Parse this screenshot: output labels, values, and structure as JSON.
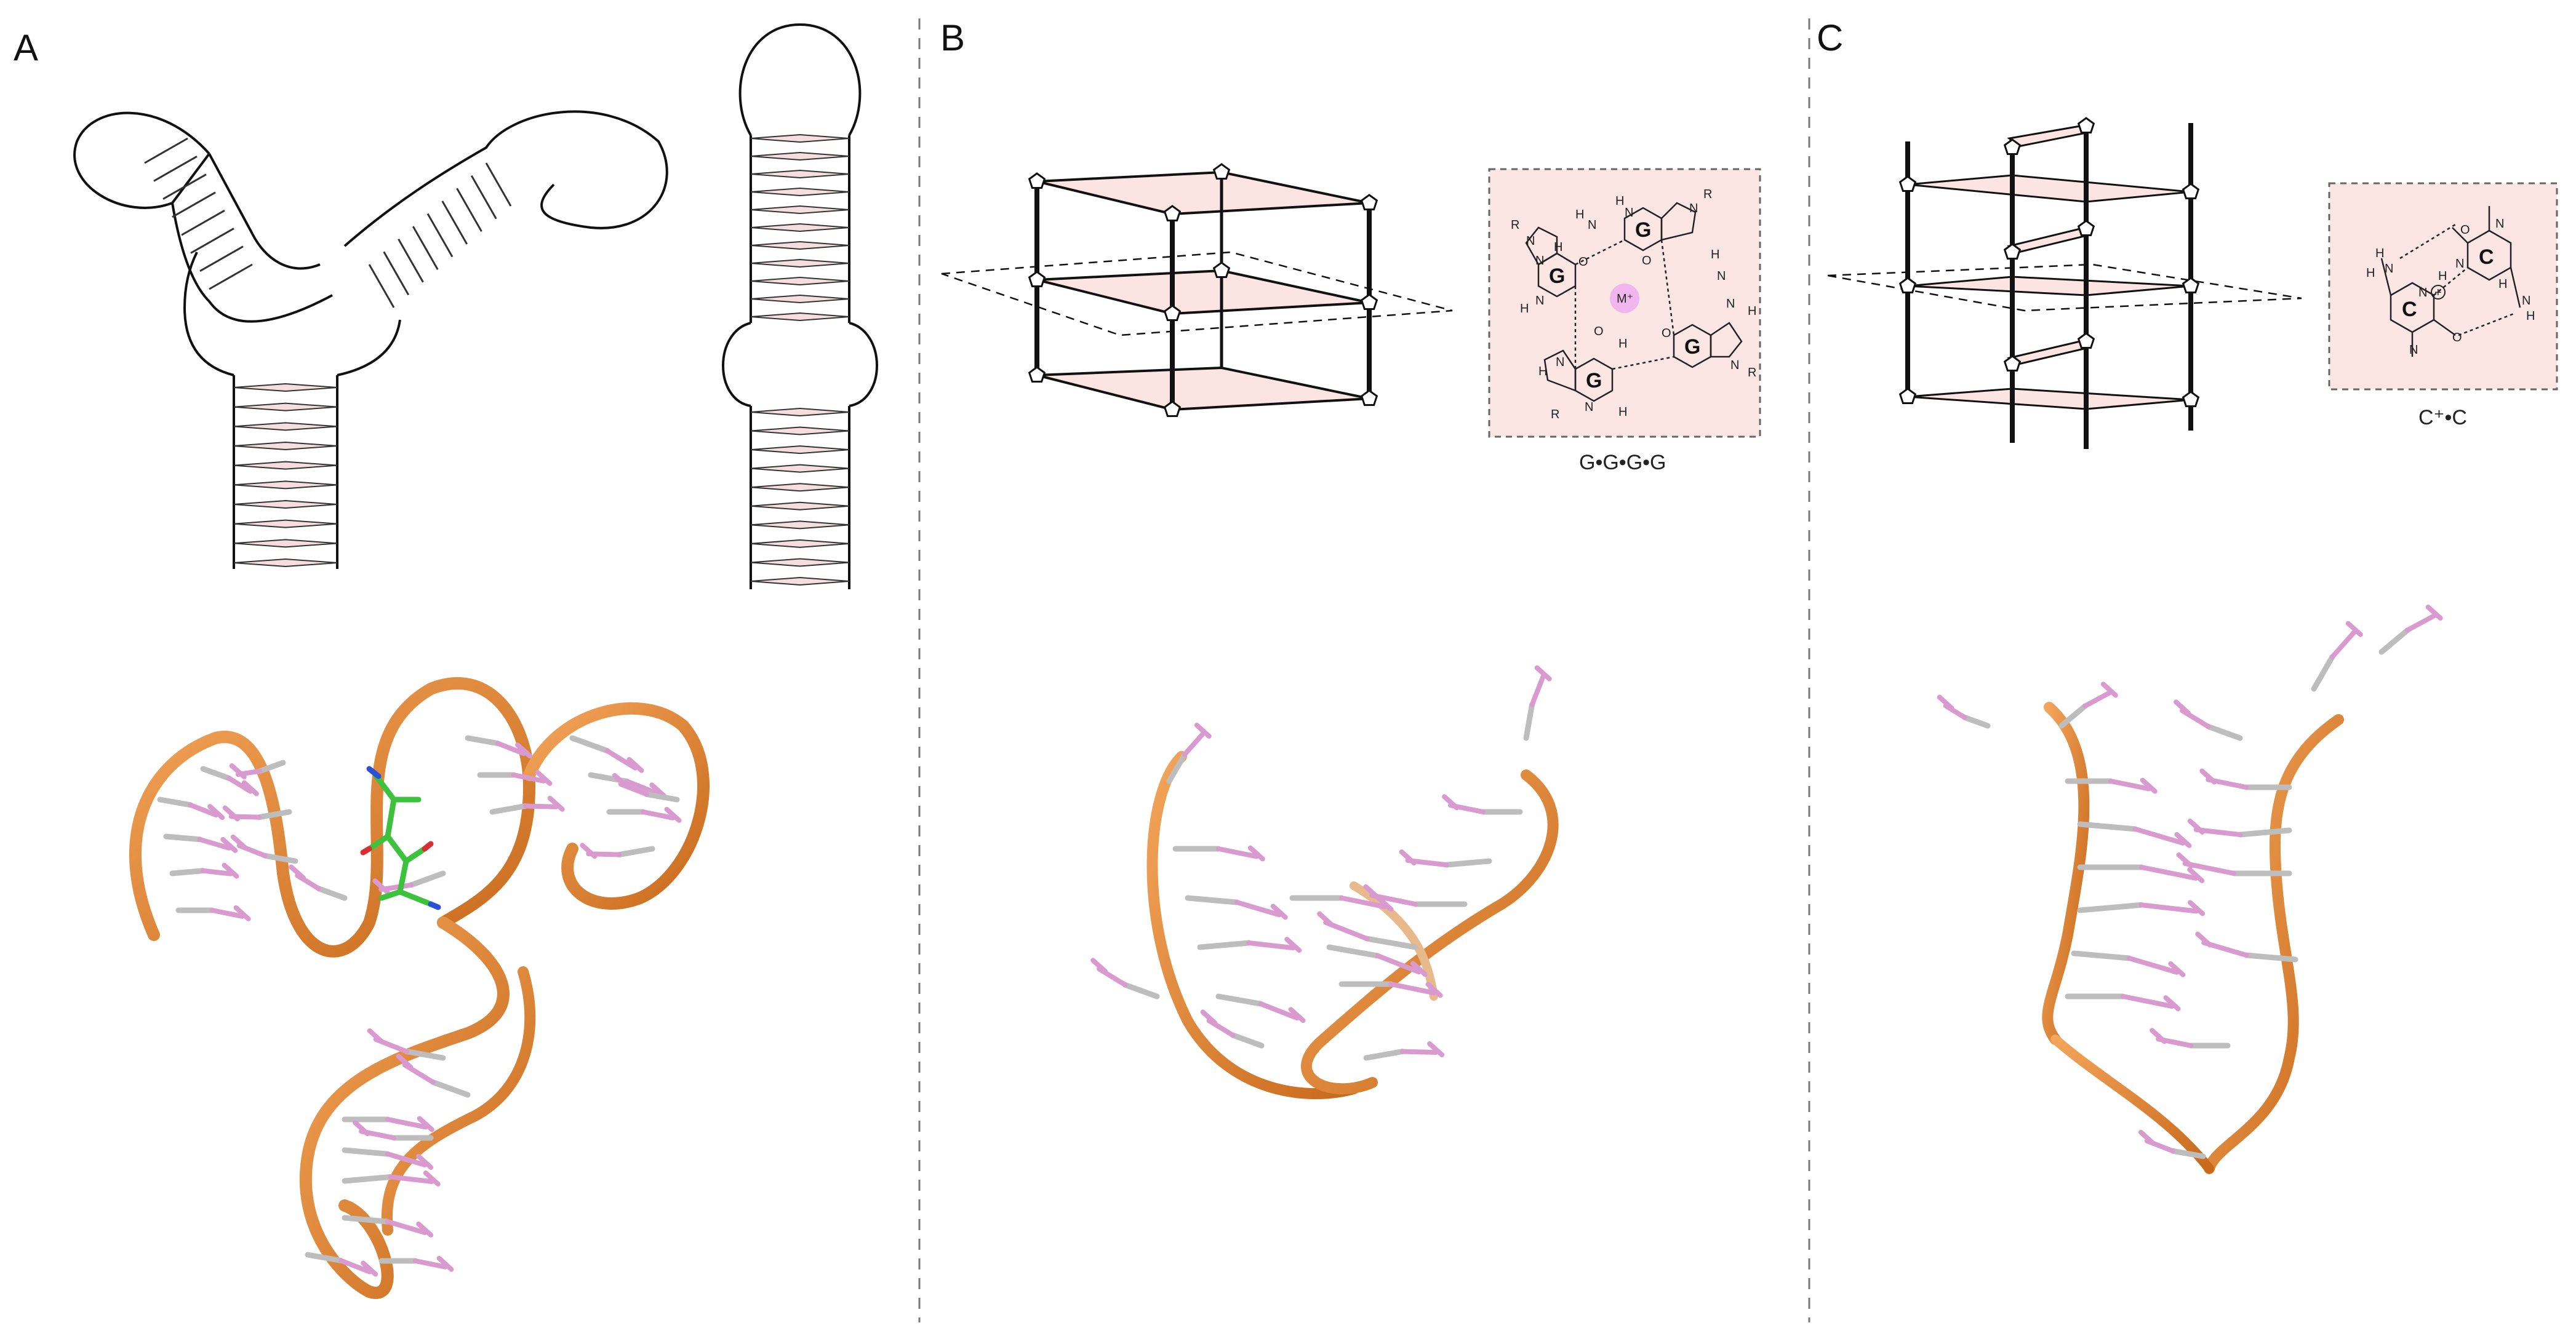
{
  "panels": [
    {
      "label": "A"
    },
    {
      "label": "B",
      "caption": "G•G•G•G",
      "base": "G",
      "ion": "M⁺"
    },
    {
      "label": "C",
      "caption": "C⁺•C",
      "base": "C",
      "charge": "+"
    }
  ],
  "chem": {
    "R": "R",
    "H": "H",
    "N": "N",
    "O": "O"
  },
  "colors": {
    "ribbon": "#e8892e",
    "base": "#d99ad0",
    "backbone": "#bdbdbd",
    "ligand": "#3cc23c",
    "box_fill": "#fbe6e3",
    "plate_fill": "#fbe4e1",
    "ion": "#f1b6ee"
  }
}
